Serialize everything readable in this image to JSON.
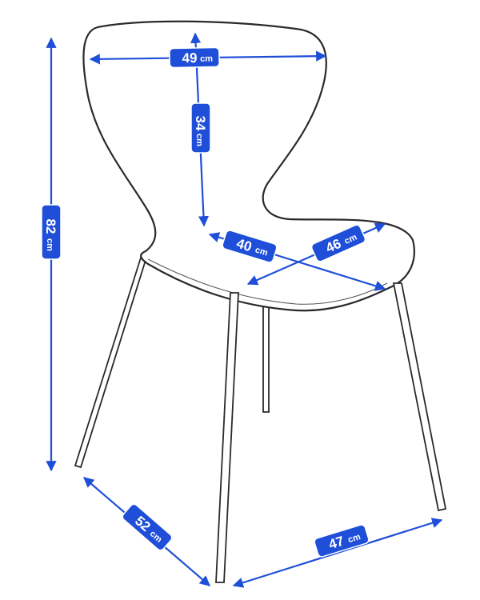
{
  "colors": {
    "dimension": "#1f4ed8",
    "outline": "#2a2a2a",
    "background": "#ffffff"
  },
  "dimensions": {
    "seat_back_width": {
      "value": "49",
      "unit": "cm"
    },
    "seat_back_height": {
      "value": "34",
      "unit": "cm"
    },
    "total_height": {
      "value": "82",
      "unit": "cm"
    },
    "seat_depth": {
      "value": "40",
      "unit": "cm"
    },
    "seat_width": {
      "value": "46",
      "unit": "cm"
    },
    "base_depth": {
      "value": "52",
      "unit": "cm"
    },
    "base_width": {
      "value": "47",
      "unit": "cm"
    }
  }
}
